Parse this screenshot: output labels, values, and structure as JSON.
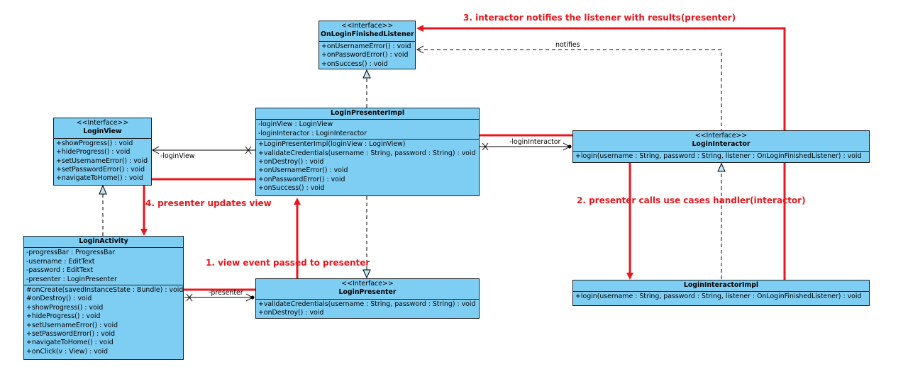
{
  "classes": {
    "on_login_finished_listener": {
      "stereotype": "<<Interface>>",
      "name": "OnLoginFinishedListener",
      "methods": [
        "+onUsernameError() : void",
        "+onPasswordError() : void",
        "+onSuccess() : void"
      ]
    },
    "login_view": {
      "stereotype": "<<Interface>>",
      "name": "LoginView",
      "methods": [
        "+showProgress() : void",
        "+hideProgress() : void",
        "+setUsernameError() : void",
        "+setPasswordError() : void",
        "+navigateToHome() : void"
      ]
    },
    "login_presenter_impl": {
      "name": "LoginPresenterImpl",
      "fields": [
        "-loginView : LoginView",
        "-loginInteractor : LoginInteractor"
      ],
      "methods": [
        "+LoginPresenterImpl(loginView : LoginView)",
        "+validateCredentials(username : String, password : String) : void",
        "+onDestroy() : void",
        "+onUsernameError() : void",
        "+onPasswordError() : void",
        "+onSuccess() : void"
      ]
    },
    "login_interactor": {
      "stereotype": "<<Interface>>",
      "name": "LoginInteractor",
      "methods": [
        "+login(username : String, password : String, listener : OnLoginFinishedListener) : void"
      ]
    },
    "login_activity": {
      "name": "LoginActivity",
      "fields": [
        "-progressBar : ProgressBar",
        "-username : EditText",
        "-password : EditText",
        "-presenter : LoginPresenter"
      ],
      "methods": [
        "#onCreate(savedInstanceState : Bundle) : void",
        "#onDestroy() : void",
        "+showProgress() : void",
        "+hideProgress() : void",
        "+setUsernameError() : void",
        "+setPasswordError() : void",
        "+navigateToHome() : void",
        "+onClick(v : View) : void"
      ]
    },
    "login_presenter": {
      "stereotype": "<<Interface>>",
      "name": "LoginPresenter",
      "methods": [
        "+validateCredentials(username : String, password : String) : void",
        "+onDestroy() : void"
      ]
    },
    "login_interactor_impl": {
      "name": "LoginInteractorImpl",
      "methods": [
        "+login(username : String, password : String, listener : OnLoginFinishedListener) : void"
      ]
    }
  },
  "relations": {
    "notifies": "notifies",
    "login_view_role": "-loginView",
    "login_interactor_role": "-loginInteractor",
    "presenter_role": "-presenter"
  },
  "annotations": {
    "step1": "1. view event passed to presenter",
    "step2": "2. presenter calls use cases handler(interactor)",
    "step3": "3. interactor notifies the listener with results(presenter)",
    "step4": "4. presenter updates view"
  },
  "colors": {
    "class_fill": "#7ecef4",
    "class_border": "#1e1e1e",
    "annotation_red": "#e8161d",
    "realization_head": "#bfe6fb"
  }
}
